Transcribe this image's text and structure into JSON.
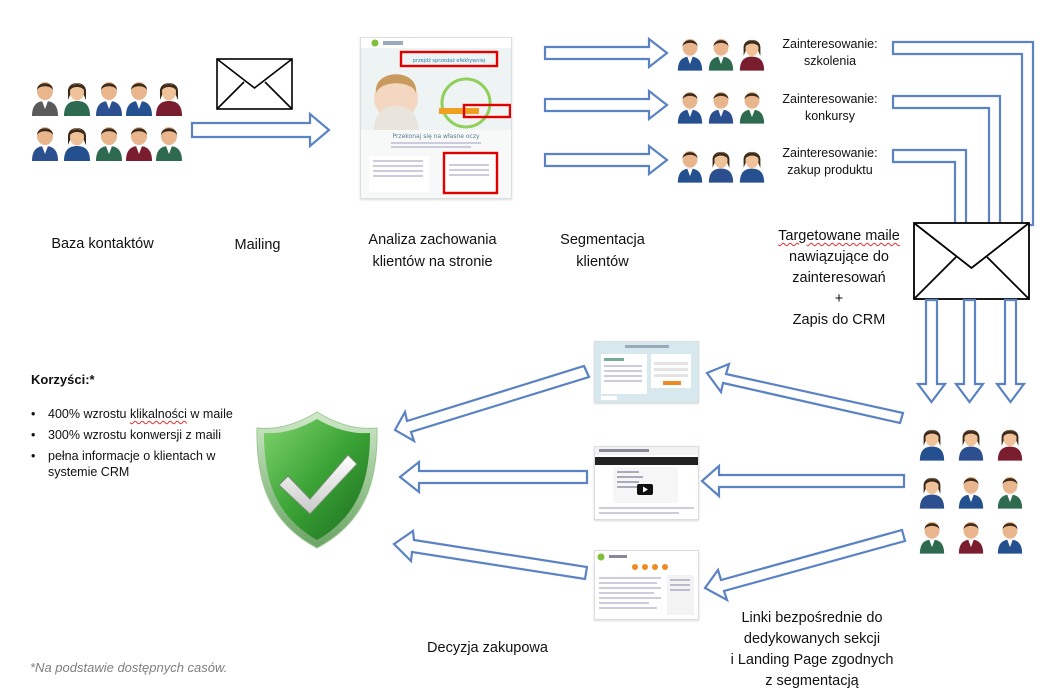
{
  "steps": {
    "contacts": "Baza kontaktów",
    "mailing": "Mailing",
    "analysis_line1": "Analiza zachowania",
    "analysis_line2": "klientów na stronie",
    "segmentation_line1": "Segmentacja",
    "segmentation_line2": "klientów"
  },
  "segments": [
    {
      "line1": "Zainteresowanie:",
      "line2": "szkolenia"
    },
    {
      "line1": "Zainteresowanie:",
      "line2": "konkursy"
    },
    {
      "line1": "Zainteresowanie:",
      "line2": "zakup produktu"
    }
  ],
  "targeted": {
    "line1": "Targetowane maile",
    "line2": "nawiązujące do",
    "line3": "zainteresowań",
    "line4": "+",
    "line5": "Zapis do CRM"
  },
  "links": {
    "line1": "Linki bezpośrednie do",
    "line2": "dedykowanych sekcji",
    "line3": "i Landing Page zgodnych",
    "line4": "z segmentacją"
  },
  "decision": "Decyzja zakupowa",
  "benefits": {
    "title": "Korzyści:*",
    "items": [
      {
        "a": "400% wzrostu ",
        "b": "klikalności",
        "c": " w maile"
      },
      {
        "a": "300% wzrostu konwersji z maili",
        "b": "",
        "c": ""
      },
      {
        "a": "pełna informacje o klientach w systemie CRM",
        "b": "",
        "c": ""
      }
    ]
  },
  "footnote": "*Na podstawie dostępnych casów.",
  "website_mock": {
    "headline": "przejdź sprzedaż efektywniej",
    "subhead": "Przekonaj się na własne oczy"
  },
  "colors": {
    "arrow_fill": "#ffffff",
    "arrow_stroke": "#5b83c4",
    "highlight_box": "#e00000",
    "shield_green": "#3aa335",
    "envelope_stroke": "#000000"
  }
}
